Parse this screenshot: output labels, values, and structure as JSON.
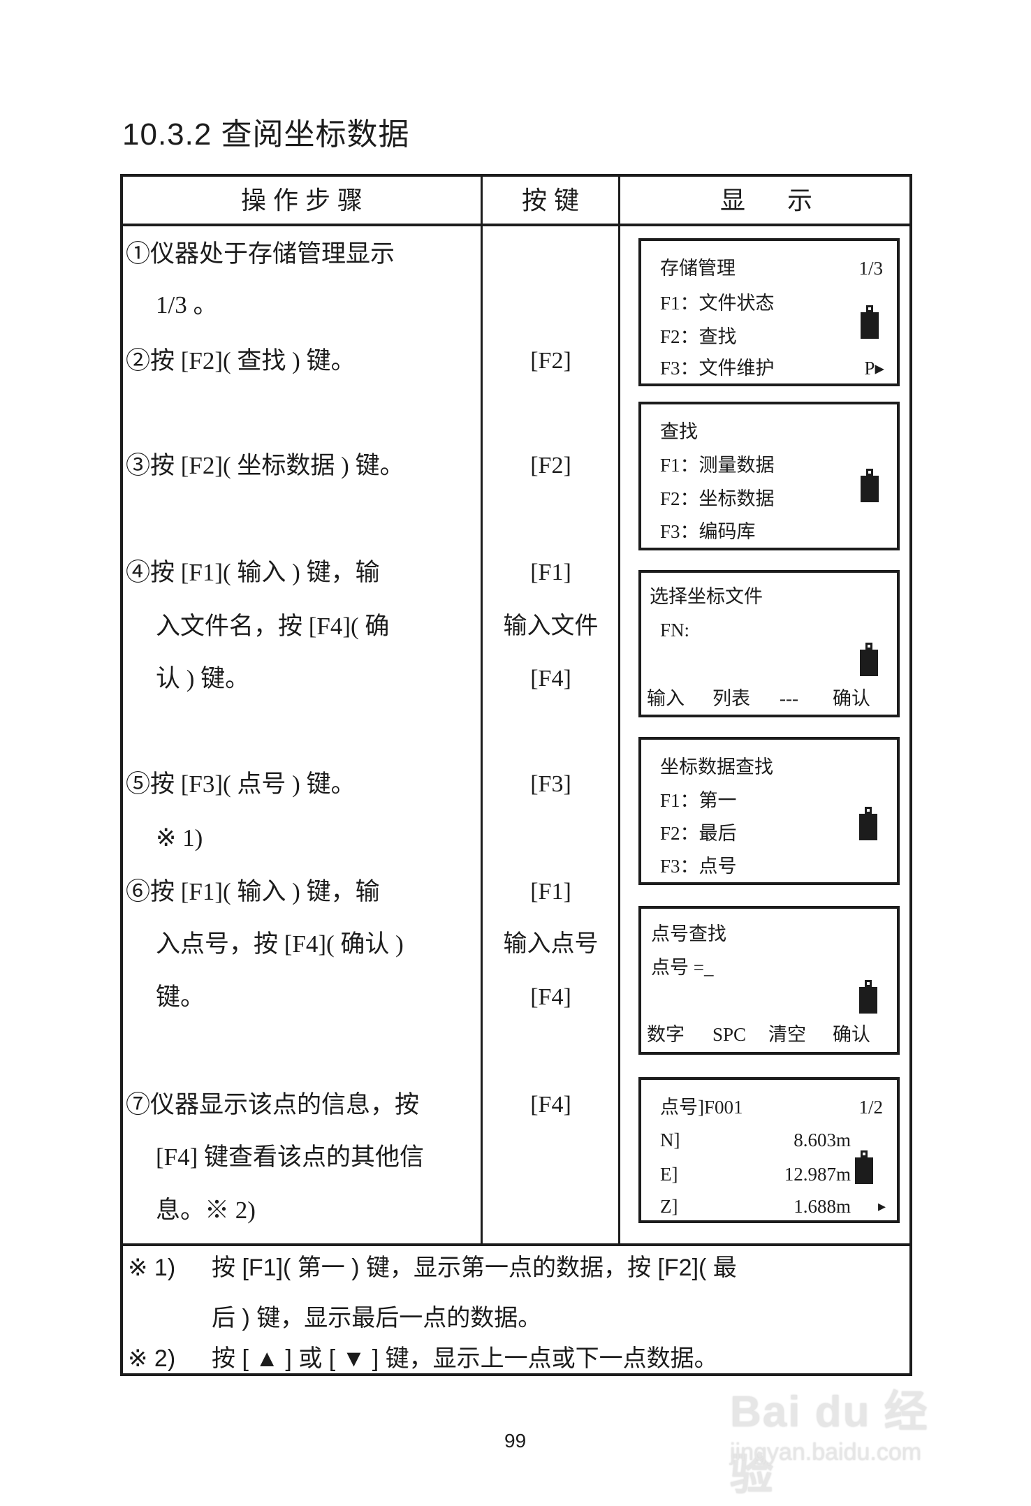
{
  "title": "10.3.2  查阅坐标数据",
  "table": {
    "headers": {
      "steps": "操 作 步 骤",
      "keys": "按 键",
      "display": "显      示"
    },
    "steps": [
      {
        "lines": [
          "①仪器处于存储管理显示",
          "1/3 。",
          "②按 [F2]( 查找 ) 键。"
        ]
      },
      {
        "lines": [
          "③按 [F2]( 坐标数据 ) 键。"
        ]
      },
      {
        "lines": [
          "④按 [F1]( 输入 ) 键，输",
          "入文件名，按 [F4]( 确",
          "认 ) 键。"
        ]
      },
      {
        "lines": [
          "⑤按 [F3]( 点号 ) 键。",
          "※ 1)"
        ]
      },
      {
        "lines": [
          "⑥按 [F1]( 输入 ) 键，输",
          "入点号，按 [F4]( 确认 )",
          "键。"
        ]
      },
      {
        "lines": [
          "⑦仪器显示该点的信息，按",
          "[F4] 键查看该点的其他信",
          "息。※ 2)"
        ]
      }
    ],
    "keys": [
      {
        "label": "[F2]"
      },
      {
        "label": "[F2]"
      },
      {
        "label": "[F1]"
      },
      {
        "label": "输入文件"
      },
      {
        "label": "[F4]"
      },
      {
        "label": "[F3]"
      },
      {
        "label": "[F1]"
      },
      {
        "label": "输入点号"
      },
      {
        "label": "[F4]"
      },
      {
        "label": "[F4]"
      }
    ],
    "screens": [
      {
        "title": "存储管理",
        "page": "1/3",
        "items": [
          "F1：文件状态",
          "F2：查找",
          "F3：文件维护"
        ],
        "indicator": "P▸",
        "battery": "battery-icon"
      },
      {
        "title": "查找",
        "items": [
          "F1：测量数据",
          "F2：坐标数据",
          "F3：编码库"
        ],
        "battery": "battery-icon"
      },
      {
        "title": "选择坐标文件",
        "field_label": "FN:",
        "softkeys": [
          "输入",
          "列表",
          "---",
          "确认"
        ],
        "battery": "battery-icon"
      },
      {
        "title": "坐标数据查找",
        "items": [
          "F1：第一",
          "F2：最后",
          "F3：点号"
        ],
        "battery": "battery-icon"
      },
      {
        "title": "点号查找",
        "field_label": "点号 =_",
        "softkeys": [
          "数字",
          "SPC",
          "清空",
          "确认"
        ],
        "battery": "battery-icon"
      },
      {
        "title": "点号]F001",
        "page": "1/2",
        "rows": [
          {
            "label": "N]",
            "value": "8.603m"
          },
          {
            "label": "E]",
            "value": "12.987m"
          },
          {
            "label": "Z]",
            "value": "1.688m"
          }
        ],
        "indicator": "▸",
        "battery": "battery-icon"
      }
    ],
    "footnotes": [
      {
        "mark": "※ 1)",
        "lines": [
          "按 [F1]( 第一 ) 键，显示第一点的数据，按 [F2]( 最",
          "后 ) 键，显示最后一点的数据。"
        ]
      },
      {
        "mark": "※ 2)",
        "lines": [
          "按 [ ▲ ] 或 [ ▼ ] 键，显示上一点或下一点数据。"
        ]
      }
    ]
  },
  "page_number": "99",
  "watermark": {
    "logo": "Bai du 经验",
    "url": "jingyan.baidu.com"
  }
}
